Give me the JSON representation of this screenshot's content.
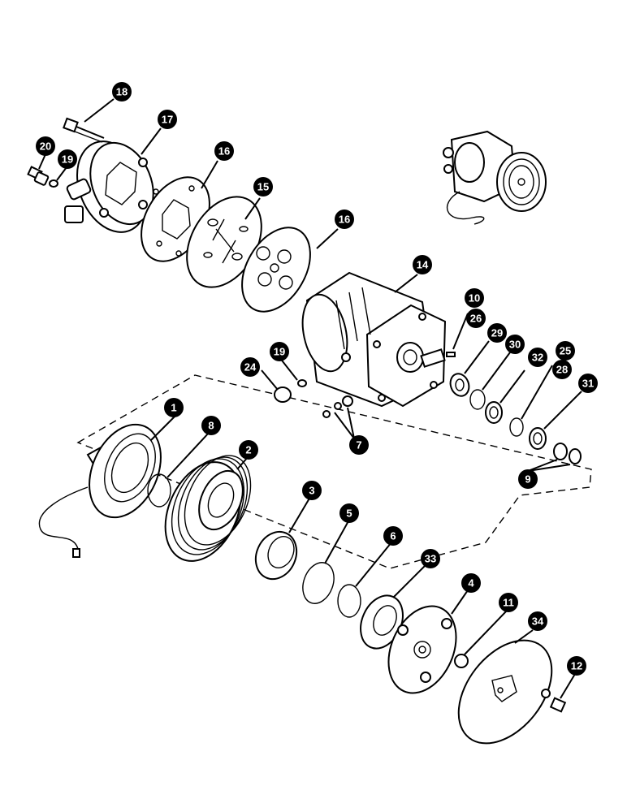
{
  "callouts": [
    {
      "id": "c18",
      "label": "18",
      "part": "bolt"
    },
    {
      "id": "c17",
      "label": "17",
      "part": "rear-head"
    },
    {
      "id": "c20",
      "label": "20",
      "part": "service-valve"
    },
    {
      "id": "c19a",
      "label": "19",
      "part": "o-ring"
    },
    {
      "id": "c16a",
      "label": "16",
      "part": "gasket"
    },
    {
      "id": "c15",
      "label": "15",
      "part": "valve-plate"
    },
    {
      "id": "c16b",
      "label": "16",
      "part": "gasket"
    },
    {
      "id": "c14",
      "label": "14",
      "part": "compressor-body"
    },
    {
      "id": "c10",
      "label": "10",
      "part": "key"
    },
    {
      "id": "c26",
      "label": "26",
      "part": "key"
    },
    {
      "id": "c29",
      "label": "29",
      "part": "seal"
    },
    {
      "id": "c30",
      "label": "30",
      "part": "snap-ring"
    },
    {
      "id": "c32",
      "label": "32",
      "part": "seal-seat"
    },
    {
      "id": "c25",
      "label": "25",
      "part": "o-ring"
    },
    {
      "id": "c28",
      "label": "28",
      "part": "snap-ring"
    },
    {
      "id": "c31",
      "label": "31",
      "part": "felt-ring"
    },
    {
      "id": "c19b",
      "label": "19",
      "part": "o-ring"
    },
    {
      "id": "c24",
      "label": "24",
      "part": "plug"
    },
    {
      "id": "c7",
      "label": "7",
      "part": "screw-and-clip"
    },
    {
      "id": "c9",
      "label": "9",
      "part": "shims"
    },
    {
      "id": "c1",
      "label": "1",
      "part": "clutch-coil"
    },
    {
      "id": "c8",
      "label": "8",
      "part": "snap-ring"
    },
    {
      "id": "c2",
      "label": "2",
      "part": "pulley"
    },
    {
      "id": "c3",
      "label": "3",
      "part": "bearing"
    },
    {
      "id": "c5",
      "label": "5",
      "part": "snap-ring"
    },
    {
      "id": "c6",
      "label": "6",
      "part": "snap-ring"
    },
    {
      "id": "c33",
      "label": "33",
      "part": "dust-cover"
    },
    {
      "id": "c4",
      "label": "4",
      "part": "clutch-plate"
    },
    {
      "id": "c11",
      "label": "11",
      "part": "nut"
    },
    {
      "id": "c34",
      "label": "34",
      "part": "front-cover"
    },
    {
      "id": "c12",
      "label": "12",
      "part": "bolt-washer"
    }
  ]
}
